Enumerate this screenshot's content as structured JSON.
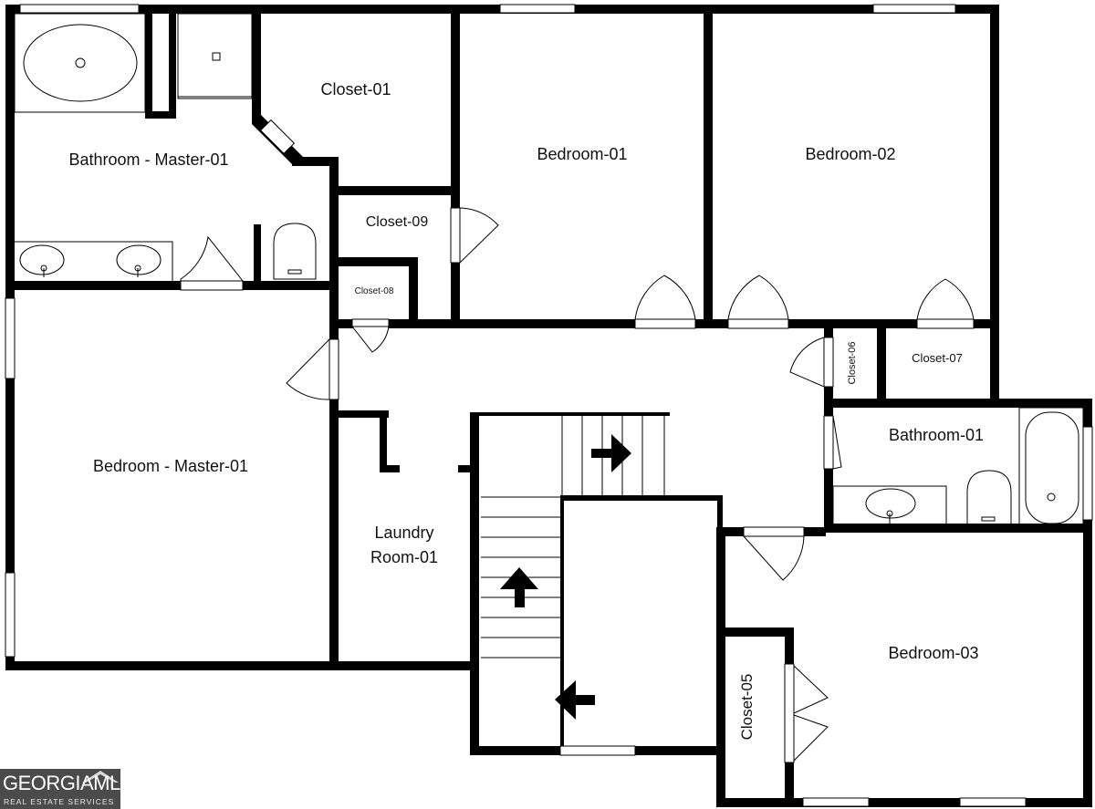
{
  "rooms": {
    "bathroom_master_01": "Bathroom - Master-01",
    "closet_01": "Closet-01",
    "bedroom_01": "Bedroom-01",
    "bedroom_02": "Bedroom-02",
    "closet_09": "Closet-09",
    "closet_08": "Closet-08",
    "closet_06": "Closet-06",
    "closet_07": "Closet-07",
    "bathroom_01": "Bathroom-01",
    "bedroom_master_01": "Bedroom - Master-01",
    "laundry_line1": "Laundry",
    "laundry_line2": "Room-01",
    "bedroom_03": "Bedroom-03",
    "closet_05": "Closet-05"
  },
  "logo": {
    "text": "GEORGIAMLS",
    "subtitle": "REAL ESTATE SERVICES"
  },
  "colors": {
    "wall": "#000000",
    "background": "#ffffff",
    "logo_background": "#4b4b4b"
  }
}
